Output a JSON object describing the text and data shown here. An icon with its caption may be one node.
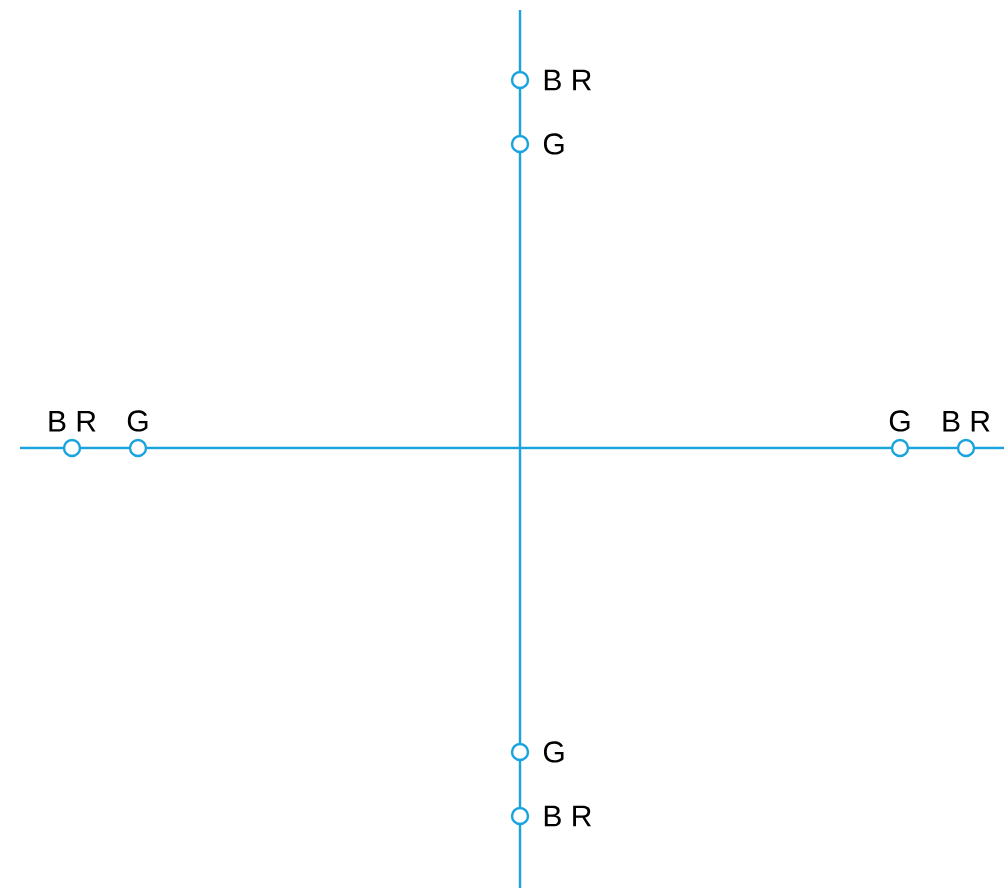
{
  "diagram": {
    "nodes": [
      {
        "text": [],
        "shape": "circle",
        "beside": [
          "B R"
        ]
      },
      {
        "text": [],
        "shape": "circle",
        "beside": [
          "G"
        ]
      },
      {
        "text": [],
        "shape": "circle",
        "beside": [
          "B R"
        ]
      },
      {
        "text": [],
        "shape": "circle",
        "beside": [
          "G"
        ]
      },
      {
        "text": [],
        "shape": "circle",
        "beside": [
          "G"
        ]
      },
      {
        "text": [],
        "shape": "circle",
        "beside": [
          "B R"
        ]
      },
      {
        "text": [],
        "shape": "circle",
        "beside": [
          "G"
        ]
      },
      {
        "text": [],
        "shape": "circle",
        "beside": [
          "B R"
        ]
      }
    ]
  }
}
